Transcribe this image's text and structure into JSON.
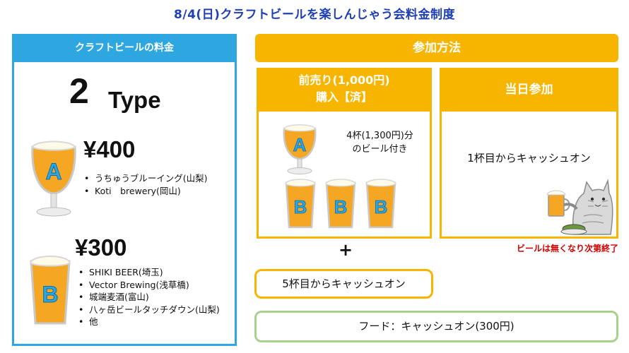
{
  "title": "8/4(日)クラフトビールを楽しんじゃう会料金制度",
  "left": {
    "header": "クラフトビールの料金",
    "type_count": "2",
    "type_word": "Type",
    "type_a": {
      "glass_label": "A",
      "price": "¥400",
      "breweries": [
        "うちゅうブルーイング(山梨)",
        "Koti　brewery(岡山)"
      ]
    },
    "type_b": {
      "glass_label": "B",
      "price": "¥300",
      "breweries": [
        "SHIKI BEER(埼玉)",
        "Vector Brewing(浅草橋)",
        "城端麦酒(富山)",
        "八ヶ岳ビールタッチダウン(山梨)",
        "他"
      ]
    }
  },
  "method": {
    "header": "参加方法",
    "presale": {
      "title_line1": "前売り(1,000円)",
      "title_line2": "購入【済】",
      "note_line1": "4杯(1,300円)分",
      "note_line2": "のビール付き",
      "glass_a_label": "A",
      "glass_b_labels": [
        "B",
        "B",
        "B"
      ]
    },
    "sameday": {
      "title": "当日参加",
      "note": "1杯目からキャッシュオン",
      "soldout_note": "ビールは無くなり次第終了"
    },
    "plus": "+",
    "fifth_cup": "5杯目からキャッシュオン",
    "food": "フード：キャッシュオン(300円)"
  },
  "colors": {
    "blue_accent": "#2ea7e0",
    "title_blue": "#1f3fb4",
    "orange_accent": "#f7b500",
    "green_border": "#a9d18e",
    "red_note": "#d40000",
    "beer": "#f5a623"
  },
  "icons": [
    "wine-beer-glass-icon",
    "pint-beer-glass-icon",
    "cat-with-beer-illustration"
  ]
}
